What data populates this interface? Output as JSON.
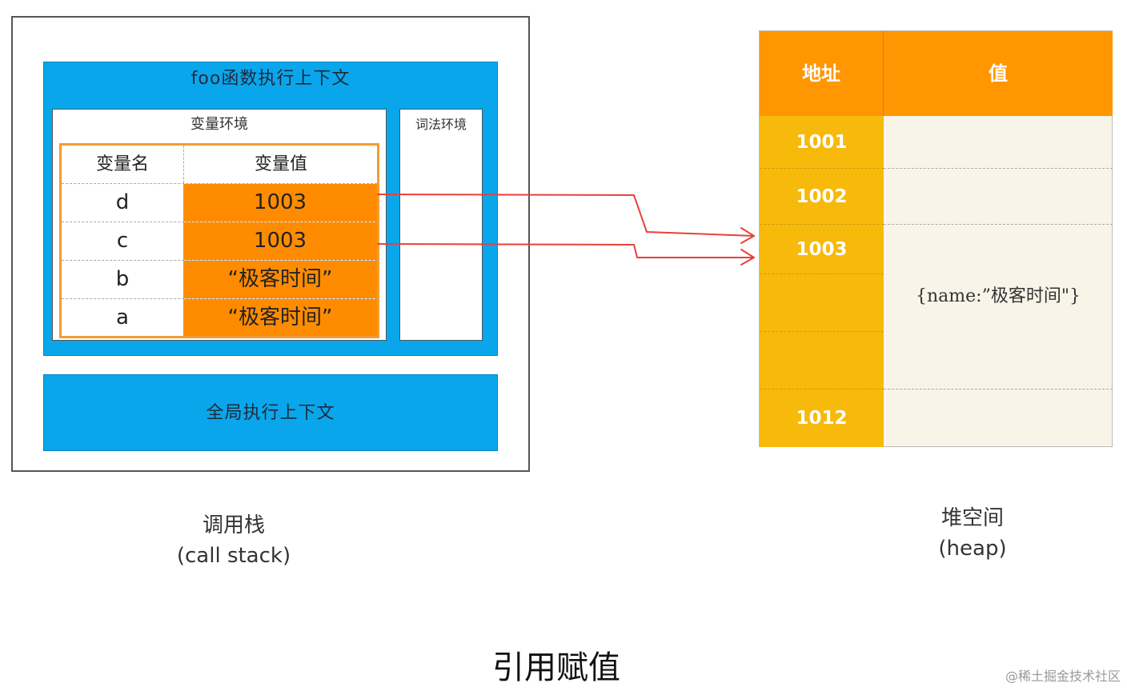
{
  "call_stack": {
    "foo_context_title": "foo函数执行上下文",
    "variable_env_title": "变量环境",
    "lexical_env_title": "词法环境",
    "table": {
      "header_name": "变量名",
      "header_value": "变量值",
      "rows": [
        {
          "name": "d",
          "value": "1003"
        },
        {
          "name": "c",
          "value": "1003"
        },
        {
          "name": "b",
          "value": "“极客时间”"
        },
        {
          "name": "a",
          "value": "“极客时间”"
        }
      ]
    },
    "global_context_title": "全局执行上下文",
    "caption_line1": "调用栈",
    "caption_line2": "(call stack)"
  },
  "heap": {
    "header_address": "地址",
    "header_value": "值",
    "addresses": [
      "1001",
      "1002",
      "1003",
      "",
      "",
      "1012"
    ],
    "object_value": "{name:”极客时间\"}",
    "caption_line1": "堆空间",
    "caption_line2": "(heap)"
  },
  "figure_caption": "引用赋值",
  "watermark": "@稀土掘金技术社区",
  "colors": {
    "context_blue": "#0aa6ec",
    "value_orange": "#ff8c00",
    "heap_header_orange": "#ff9602",
    "heap_address_yellow": "#f7b90a",
    "arrow_red": "#e8413a"
  }
}
